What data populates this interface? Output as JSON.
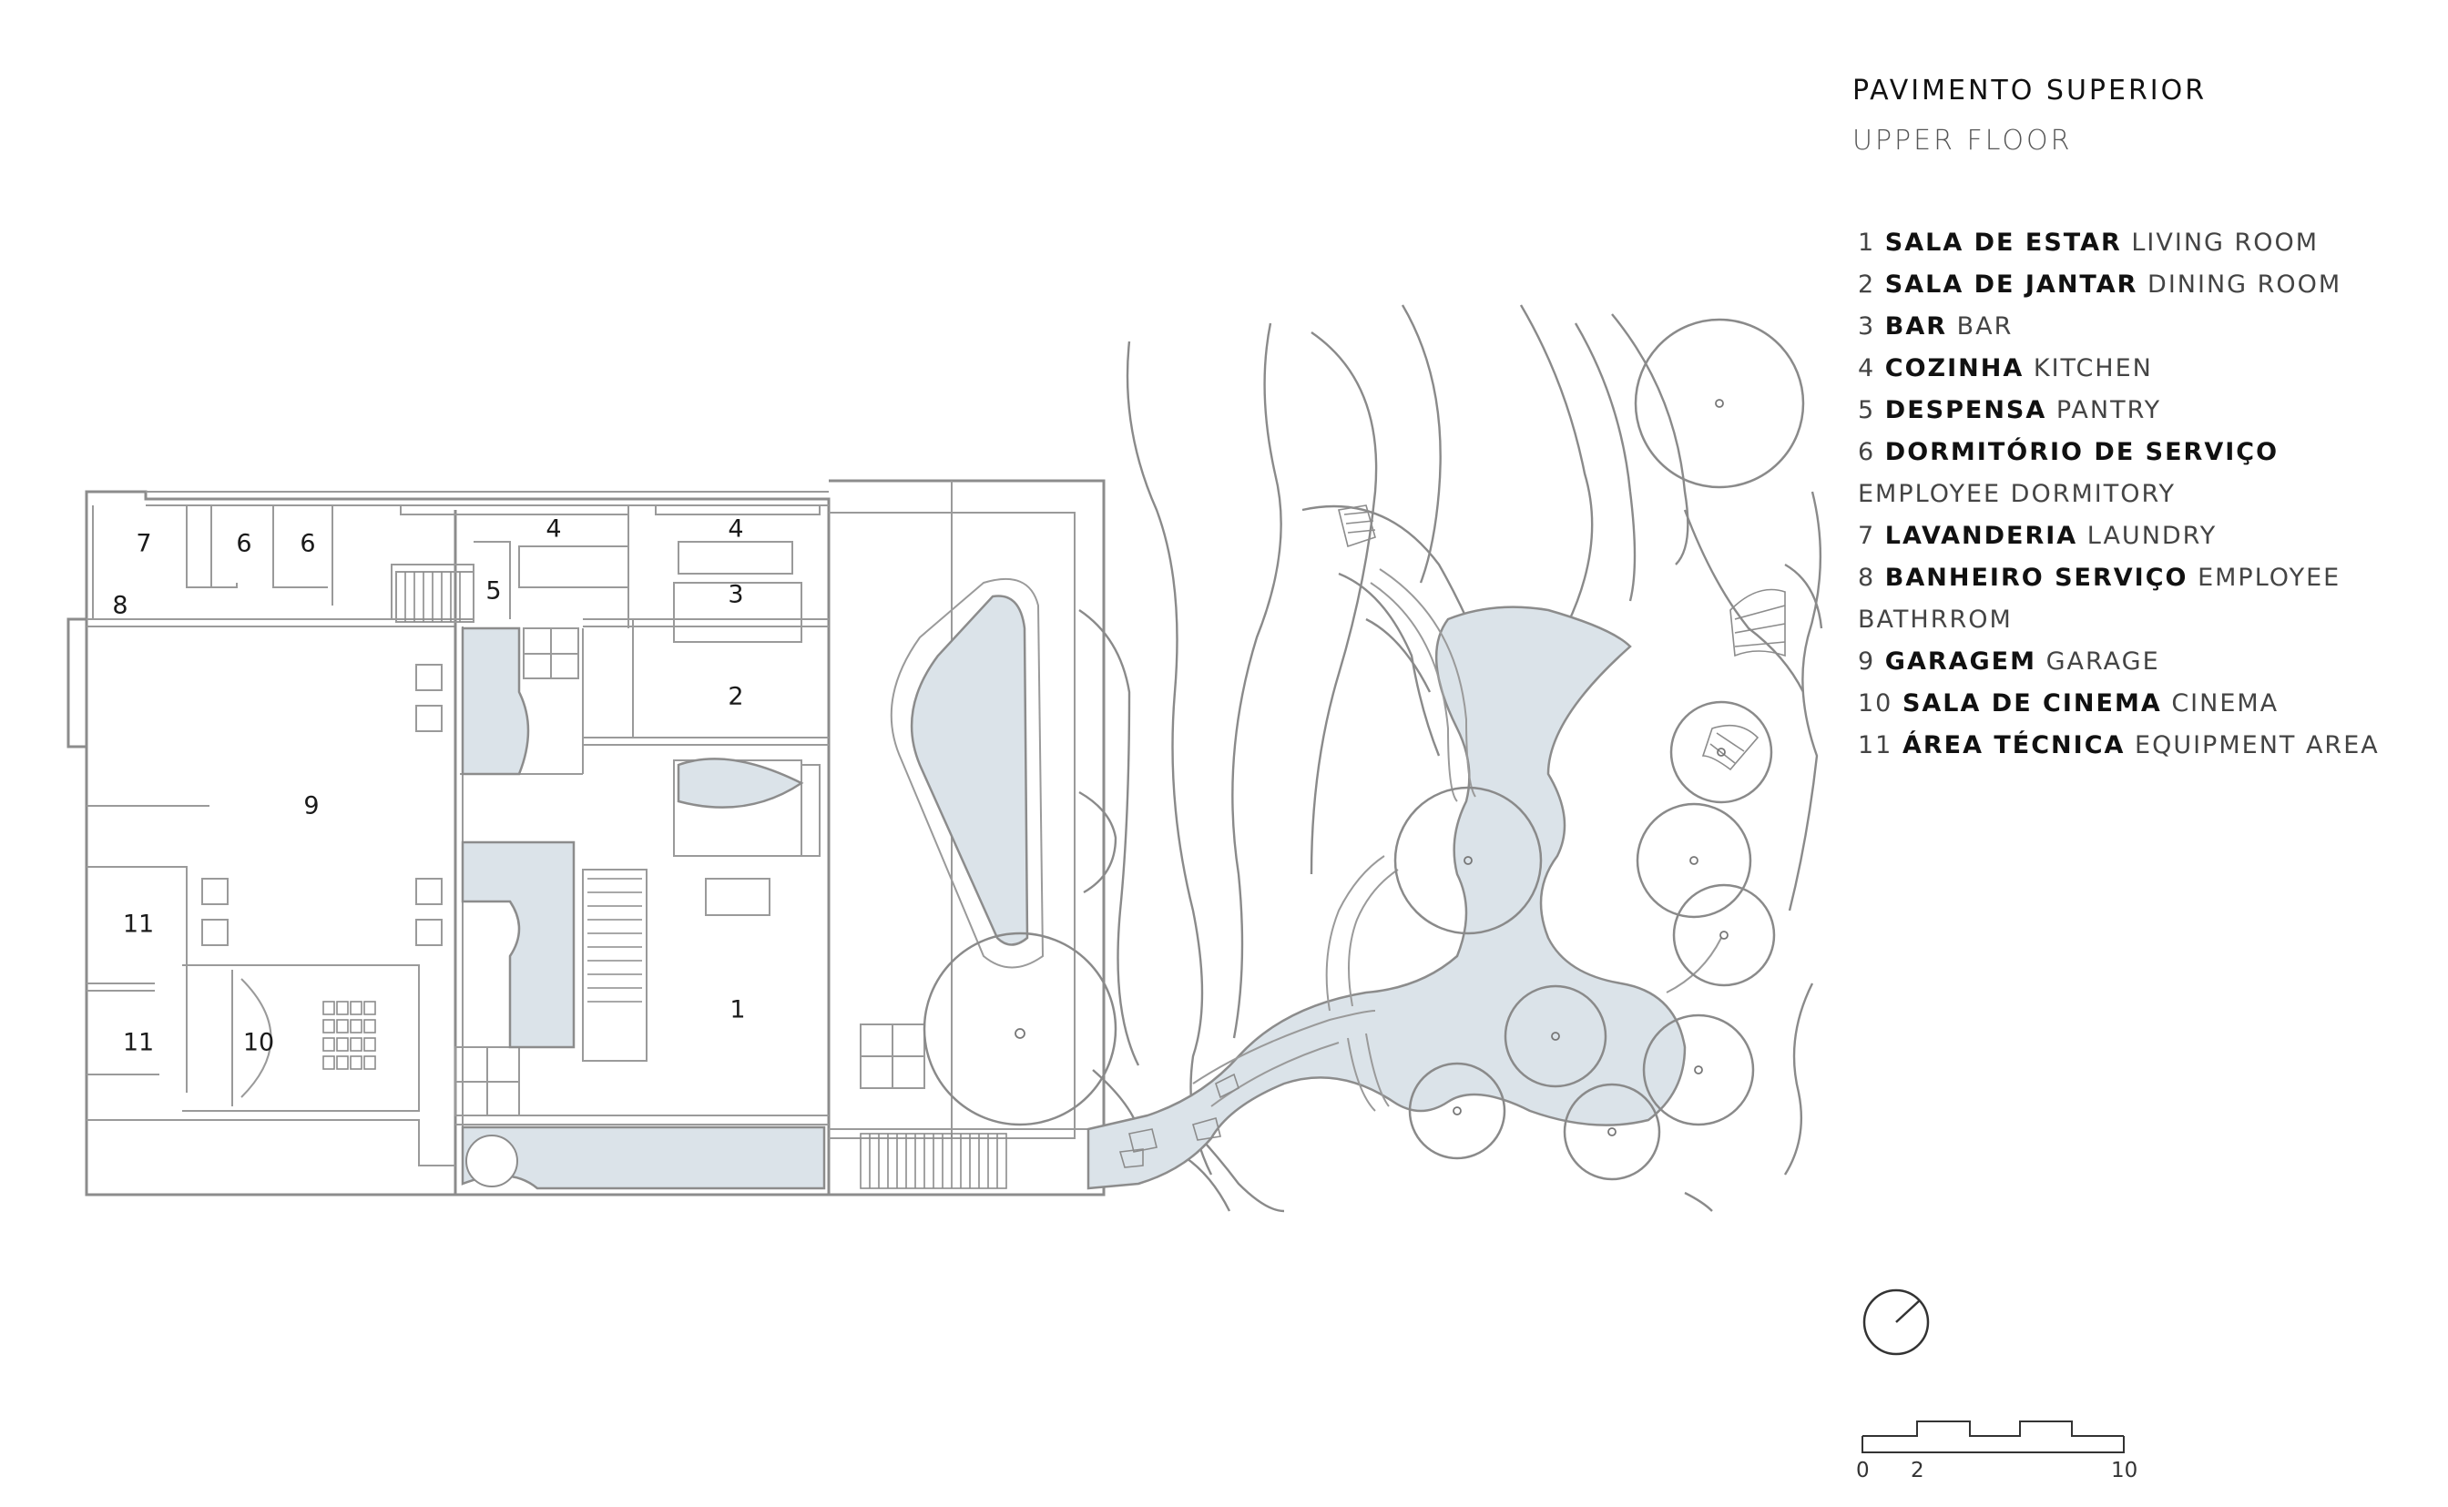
{
  "title": {
    "pt": "PAVIMENTO SUPERIOR",
    "en": "UPPER FLOOR"
  },
  "legend": [
    {
      "num": "1",
      "pt": "SALA DE ESTAR",
      "en": "LIVING ROOM"
    },
    {
      "num": "2",
      "pt": "SALA DE JANTAR",
      "en": "DINING ROOM"
    },
    {
      "num": "3",
      "pt": "BAR",
      "en": "BAR"
    },
    {
      "num": "4",
      "pt": "COZINHA",
      "en": "KITCHEN"
    },
    {
      "num": "5",
      "pt": "DESPENSA",
      "en": "PANTRY"
    },
    {
      "num": "6",
      "pt": "DORMITÓRIO DE SERVIÇO",
      "en": "EMPLOYEE DORMITORY"
    },
    {
      "num": "7",
      "pt": "LAVANDERIA",
      "en": "LAUNDRY"
    },
    {
      "num": "8",
      "pt": "BANHEIRO SERVIÇO",
      "en": "EMPLOYEE BATHRROM"
    },
    {
      "num": "9",
      "pt": "GARAGEM",
      "en": "GARAGE"
    },
    {
      "num": "10",
      "pt": "SALA DE CINEMA",
      "en": "CINEMA"
    },
    {
      "num": "11",
      "pt": "ÁREA TÉCNICA",
      "en": "EQUIPMENT AREA"
    }
  ],
  "rooms": {
    "r1": "1",
    "r2": "2",
    "r3": "3",
    "r4a": "4",
    "r4b": "4",
    "r5": "5",
    "r6a": "6",
    "r6b": "6",
    "r7": "7",
    "r8": "8",
    "r9": "9",
    "r10": "10",
    "r11a": "11",
    "r11b": "11"
  },
  "scale_bar": {
    "label_start": "0",
    "label_mid": "2",
    "label_end": "10"
  },
  "north_arrow_icon": "north-arrow-icon",
  "colors": {
    "water": "#dbe3e9",
    "lines": "#8c8c8c",
    "text": "#1a1a1a"
  }
}
